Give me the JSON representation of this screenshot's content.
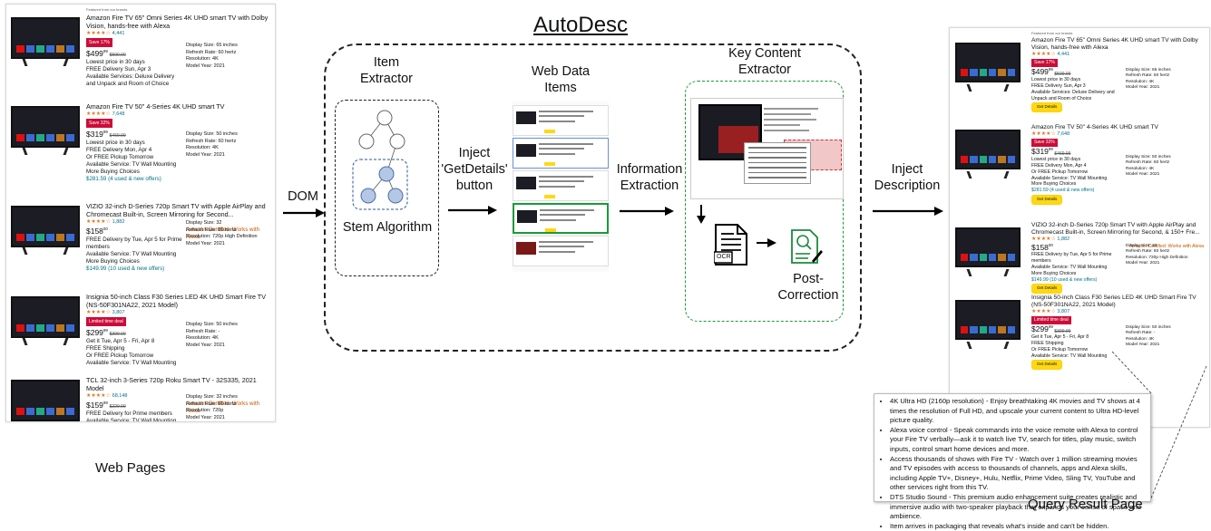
{
  "title": "AutoDesc",
  "labels": {
    "item_extractor": [
      "Item",
      "Extractor"
    ],
    "stem_algorithm": "Stem Algorithm",
    "web_data_items": [
      "Web Data",
      "Items"
    ],
    "key_content_extractor": [
      "Key Content",
      "Extractor"
    ],
    "dom": "DOM",
    "inject_getdetails": [
      "Inject",
      "'GetDetails'",
      "button"
    ],
    "information_extraction": [
      "Information",
      "Extraction"
    ],
    "inject_description": [
      "Inject",
      "Description"
    ],
    "ocr": "OCR",
    "post_correction": [
      "Post-",
      "Correction"
    ]
  },
  "captions": {
    "web_pages": "Web Pages",
    "query_result_page": "Query Result Page"
  },
  "web_pages": {
    "featured": "Featured from our brands",
    "products": [
      {
        "title": "Amazon Fire TV 65\" Omni Series 4K UHD smart TV with Dolby Vision, hands-free with Alexa",
        "stars": "★★★★☆",
        "reviews": "4,441",
        "badge": "Save 17%",
        "price_main": "$499",
        "price_cents": "99",
        "price_old": "$599.99",
        "lines": [
          "Lowest price in 30 days",
          "FREE Delivery Sun, Apr 3",
          "Available Services: Deluxe Delivery",
          "and Unpack and Room of Choice"
        ],
        "specs": [
          "Display Size: 65 inches",
          "Refresh Rate: 60 hertz",
          "Resolution: 4K",
          "Model Year: 2021"
        ]
      },
      {
        "title": "Amazon Fire TV 50\" 4-Series 4K UHD smart TV",
        "stars": "★★★★☆",
        "reviews": "7,648",
        "badge": "Save 32%",
        "price_main": "$319",
        "price_cents": "99",
        "price_old": "$469.99",
        "lines": [
          "Lowest price in 30 days",
          "FREE Delivery Mon, Apr 4",
          "Or FREE Pickup Tomorrow",
          "Available Service: TV Wall Mounting",
          "More Buying Choices",
          "$281.59 (4 used & new offers)"
        ],
        "specs": [
          "Display Size: 50 inches",
          "Refresh Rate: 60 hertz",
          "Resolution: 4K",
          "Model Year: 2021"
        ]
      },
      {
        "title": "VIZIO 32-inch D-Series 720p Smart TV with Apple AirPlay and Chromecast Built-in, Screen Mirroring for Second...",
        "stars": "★★★★☆",
        "reviews": "1,882",
        "price_main": "$158",
        "price_cents": "00",
        "amazon_certified": "Amazon Certified: Works with Alexa",
        "lines": [
          "FREE Delivery by Tue, Apr 5 for Prime",
          "members",
          "Available Service: TV Wall Mounting",
          "More Buying Choices",
          "$149.99 (10 used & new offers)"
        ],
        "specs": [
          "Display Size: 32",
          "Refresh Rate: 60 hertz",
          "Resolution: 720p High Definition",
          "Model Year: 2021"
        ]
      },
      {
        "title": "Insignia 50-inch Class F30 Series LED 4K UHD Smart Fire TV (NS-50F301NA22, 2021 Model)",
        "stars": "★★★★☆",
        "reviews": "3,807",
        "badge": "Limited time deal",
        "price_main": "$299",
        "price_cents": "99",
        "price_old": "$399.99",
        "lines": [
          "Get it Tue, Apr 5 - Fri, Apr 8",
          "FREE Shipping",
          "Or FREE Pickup Tomorrow",
          "Available Service: TV Wall Mounting"
        ],
        "specs": [
          "Display Size: 50 inches",
          "Refresh Rate: -",
          "Resolution: 4K",
          "Model Year: 2021"
        ]
      },
      {
        "title": "TCL 32-inch 3-Series 720p Roku Smart TV - 32S335, 2021 Model",
        "stars": "★★★★☆",
        "reviews": "68,148",
        "price_main": "$159",
        "price_cents": "99",
        "price_old": "$229.99",
        "amazon_certified": "Amazon Certified: Works with Alexa",
        "lines": [
          "FREE Delivery for Prime members",
          "Available Service: TV Wall Mounting"
        ],
        "specs": [
          "Display Size: 32 inches",
          "Refresh Rate: 60 hertz",
          "Resolution: 720p",
          "Model Year: 2021"
        ]
      }
    ]
  },
  "query_result": {
    "featured": "Featured from our brands",
    "get_details": "Get Details",
    "products": [
      {
        "title": "Amazon Fire TV 65\" Omni Series 4K UHD smart TV with Dolby Vision, hands-free with Alexa",
        "stars": "★★★★☆",
        "reviews": "4,441",
        "badge": "Save 17%",
        "price_main": "$499",
        "price_cents": "99",
        "price_old": "$599.99",
        "lines": [
          "Lowest price in 30 days",
          "FREE Delivery Sun, Apr 3",
          "Available Services: Deluxe Delivery and",
          "Unpack and Room of Choice"
        ],
        "specs": [
          "Display Size: 65 inches",
          "Refresh Rate: 60 hertz",
          "Resolution: 4K",
          "Model Year: 2021"
        ]
      },
      {
        "title": "Amazon Fire TV 50\" 4-Series 4K UHD smart TV",
        "stars": "★★★★☆",
        "reviews": "7,648",
        "badge": "Save 32%",
        "price_main": "$319",
        "price_cents": "99",
        "price_old": "$469.99",
        "lines": [
          "Lowest price in 30 days",
          "FREE Delivery Mon, Apr 4",
          "Or FREE Pickup Tomorrow",
          "Available Service: TV Wall Mounting",
          "More Buying Choices",
          "$281.59 (4 used & new offers)"
        ],
        "specs": [
          "Display Size: 50 inches",
          "Refresh Rate: 60 hertz",
          "Resolution: 4K",
          "Model Year: 2021"
        ]
      },
      {
        "title": "VIZIO 32-inch D-Series 720p Smart TV with Apple AirPlay and Chromecast Built-in, Screen Mirroring for Second, & 150+ Fre...",
        "stars": "★★★★☆",
        "reviews": "1,882",
        "price_main": "$158",
        "price_cents": "00",
        "amazon_certified": "Amazon Certified: Works with Alexa",
        "lines": [
          "FREE Delivery by Tue, Apr 5 for Prime members",
          "Available Service: TV Wall Mounting",
          "More Buying Choices",
          "$149.99 (10 used & new offers)"
        ],
        "specs": [
          "Display Size: 32",
          "Refresh Rate: 60 hertz",
          "Resolution: 720p High Definition",
          "Model Year: 2021"
        ]
      },
      {
        "title": "Insignia 50-inch Class F30 Series LED 4K UHD Smart Fire TV (NS-50F301NA22, 2021 Model)",
        "stars": "★★★★☆",
        "reviews": "3,807",
        "badge": "Limited time deal",
        "price_main": "$299",
        "price_cents": "99",
        "price_old": "$399.99",
        "lines": [
          "Get it Tue, Apr 5 - Fri, Apr 8",
          "FREE Shipping",
          "Or FREE Pickup Tomorrow",
          "Available Service: TV Wall Mounting"
        ],
        "specs": [
          "Display Size: 50 inches",
          "Refresh Rate: -",
          "Resolution: 4K",
          "Model Year: 2021"
        ]
      }
    ]
  },
  "description": [
    "4K Ultra HD (2160p resolution) - Enjoy breathtaking 4K movies and TV shows at 4 times the resolution of Full HD, and upscale your current content to Ultra HD-level picture quality.",
    "Alexa voice control - Speak commands into the voice remote with Alexa to control your Fire TV verbally—ask it to watch live TV, search for titles, play music, switch inputs, control smart home devices and more.",
    "Access thousands of shows with Fire TV - Watch over 1 million streaming movies and TV episodes with access to thousands of channels, apps and Alexa skills, including Apple TV+, Disney+, Hulu, Netflix, Prime Video, Sling TV, YouTube and other services right from this TV.",
    "DTS Studio Sound - This premium audio enhancement suite creates realistic and immersive audio with two-speaker playback that expands your sense of space and ambience.",
    "Item arrives in packaging that reveals what's inside and can't be hidden."
  ]
}
